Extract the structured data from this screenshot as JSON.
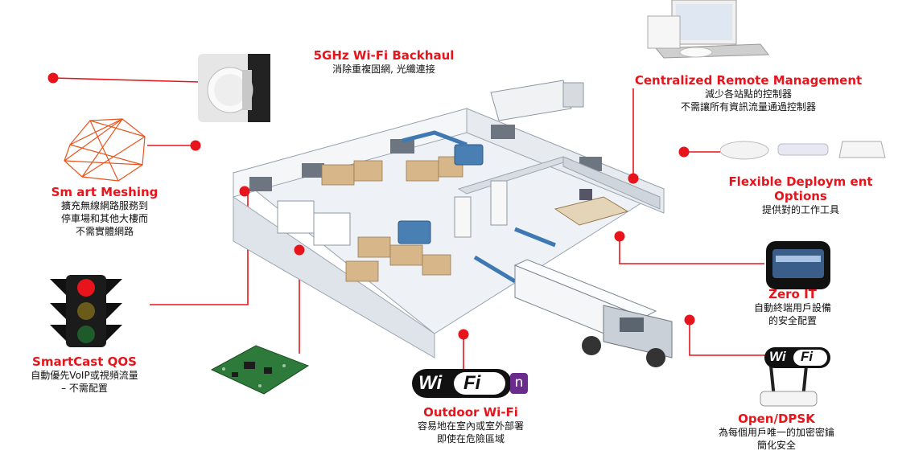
{
  "colors": {
    "accent": "#e8141c",
    "text": "#111111"
  },
  "backhaul": {
    "title": "5GHz Wi-Fi Backhaul",
    "sub": "消除重複固網, 光纖連接"
  },
  "central": {
    "title": "Centralized Remote Management",
    "sub1": "減少各站點的控制器",
    "sub2": "不需讓所有資訊流量通過控制器"
  },
  "flexible": {
    "title1": "Flexible Deploym ent",
    "title2": "Options",
    "sub": "提供對的工作工具"
  },
  "mesh": {
    "title": "Sm art Meshing",
    "sub1": "擴充無線網路服務到",
    "sub2": "停車場和其他大樓而",
    "sub3": "不需實體網路"
  },
  "zeroit": {
    "title": "Zero IT",
    "sub1": "自動終端用戶設備",
    "sub2": "的安全配置"
  },
  "qos": {
    "title": "SmartCast QOS",
    "sub1": "自動優先VoIP或視頻流量",
    "sub2": "– 不需配置"
  },
  "outdoor": {
    "title": "Outdoor Wi-Fi",
    "sub1": "容易地在室內或室外部署",
    "sub2": "即使在危險區域"
  },
  "dpsk": {
    "title": "Open/DPSK",
    "sub1": "為每個用戶唯一的加密密鑰",
    "sub2": "簡化安全"
  },
  "wifi_logo": {
    "left": "Wi",
    "mid": "Fi",
    "suffix": "n"
  },
  "wifi_logo_small": {
    "left": "Wi",
    "mid": "Fi"
  }
}
